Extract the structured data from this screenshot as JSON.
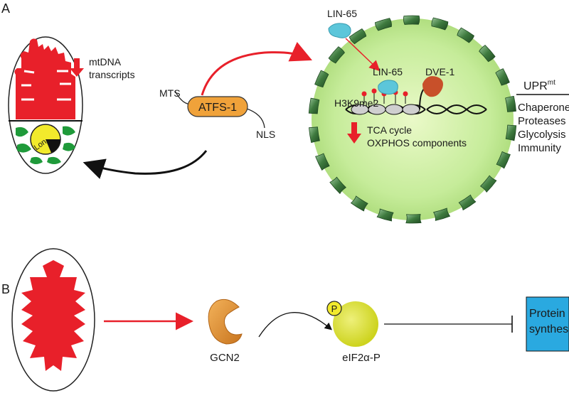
{
  "panel_a": {
    "letter": "A",
    "mito_label": "mtDNA",
    "mito_label2": "transcripts",
    "lon": "Lon",
    "mts": "MTS",
    "atfs": "ATFS-1",
    "nls": "NLS",
    "lin65_top": "LIN-65",
    "lin65_chromatin": "LIN-65",
    "dve1": "DVE-1",
    "h3k9": "H3K9me2",
    "tca": "TCA cycle",
    "oxphos": "OXPHOS components",
    "upr": "UPR",
    "upr_sup": "mt",
    "upr_items": [
      "Chaperones",
      "Proteases",
      "Glycolysis",
      "Immunity"
    ]
  },
  "panel_b": {
    "letter": "B",
    "gcn2": "GCN2",
    "eif2a": "eIF2α-P",
    "phospho": "P",
    "protein_line1": "Protein",
    "protein_line2": "synthesis"
  },
  "colors": {
    "red": "#e8202a",
    "green": "#1f9a3a",
    "orange": "#f0a23a",
    "nucleus": "#c6ec9a",
    "cyan": "#5cc6da",
    "dve": "#c8502a",
    "gcn2": "#d98a2e",
    "eif": "#d6dc2a",
    "box": "#2aa9e0"
  }
}
